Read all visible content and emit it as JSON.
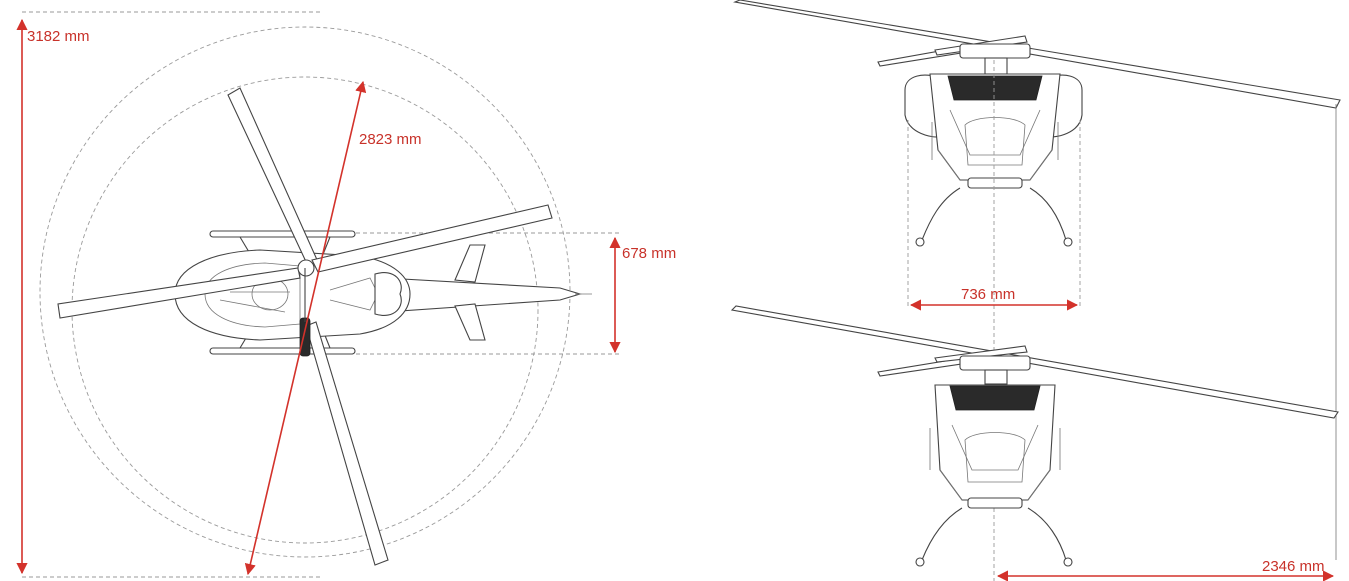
{
  "colors": {
    "dimension": "#d3322b",
    "line": "#444444",
    "guide": "#9a9a9a",
    "background": "#ffffff"
  },
  "dimensions": {
    "total_height": "3182 mm",
    "rotor_span": "2823 mm",
    "skid_width_top": "678 mm",
    "fuselage_width": "736 mm",
    "rotor_width_front": "2346 mm"
  },
  "views": {
    "top": "top-view",
    "front_upper": "front-view",
    "front_lower": "front-view"
  }
}
